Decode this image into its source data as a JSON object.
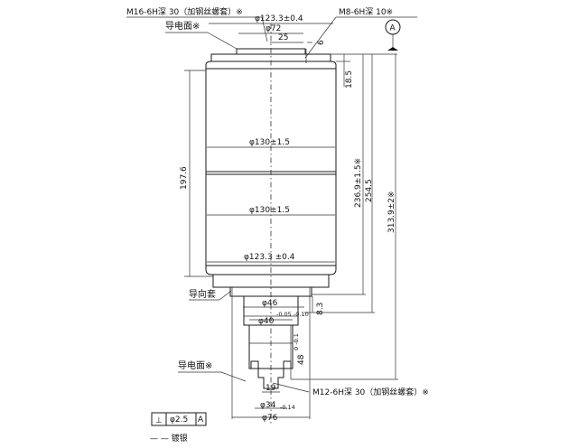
{
  "callouts": {
    "top_left_thread": "M16-6H深 30（加钢丝螺套）※",
    "top_right_thread": "M8-6H深 10※",
    "top_conductive_face": "导电面※",
    "guide_sleeve": "导向套",
    "bottom_conductive_face": "导电面※",
    "bottom_thread": "M12-6H深 30（加钢丝螺套）※",
    "datum_symbol": "A",
    "legend_text": "— — 镀银"
  },
  "dimensions": {
    "top_dia": "φ123.3±0.4",
    "d72": "φ72",
    "d25": "25",
    "d6": "6",
    "d18_5": "18.5",
    "d130_a": "φ130±1.5",
    "d130_b": "φ130±1.5",
    "d123_3_bottom": "φ123.3 ±0.4",
    "h197_6": "197.6",
    "h236_9": "236.9±1.5※",
    "h254_5": "254.5",
    "h313_9": "313.9±2※",
    "d46": "φ46",
    "d40": "φ40",
    "d40_tol": "-0.05 -0.10",
    "d8_3": "8.3",
    "d48": "48",
    "d48_tol": "0 -0.1",
    "d19": "19",
    "d34": "φ34",
    "d34_tol": "-0.14",
    "d76": "φ76"
  },
  "tolerance_frame": {
    "symbol": "⊥",
    "value": "φ2.5",
    "datum": "A"
  }
}
